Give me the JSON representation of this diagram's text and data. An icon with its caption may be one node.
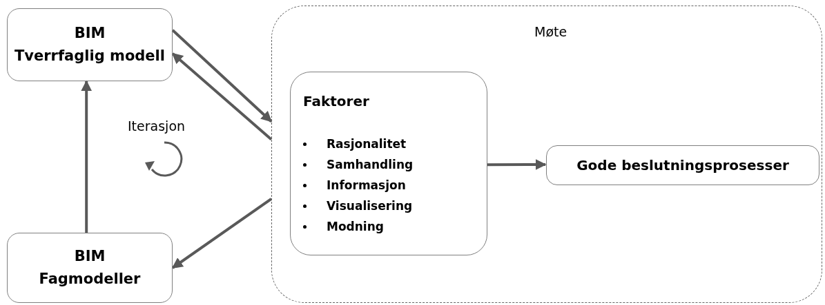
{
  "diagram": {
    "nodes": [
      {
        "text": [
          "BIM",
          "Tverrfaglig modell"
        ]
      },
      {
        "text": [
          "BIM",
          "Fagmodeller"
        ]
      },
      {
        "text": [
          "Møte"
        ]
      },
      {
        "text": [
          "Faktorer",
          "Rasjonalitet",
          "Samhandling",
          "Informasjon",
          "Visualisering",
          "Modning"
        ],
        "in": 2
      },
      {
        "text": [
          "Gode beslutningsprosesser"
        ],
        "in": 2
      }
    ],
    "edges": [
      {
        "from": 0,
        "to": 2,
        "arrow": "to"
      },
      {
        "from": 2,
        "to": 0,
        "arrow": "to"
      },
      {
        "from": 2,
        "to": 1,
        "arrow": "to"
      },
      {
        "from": 1,
        "to": 0,
        "arrow": "to"
      },
      {
        "from": 3,
        "to": 4,
        "arrow": "to"
      }
    ],
    "labels": [
      "Iterasjon"
    ]
  }
}
